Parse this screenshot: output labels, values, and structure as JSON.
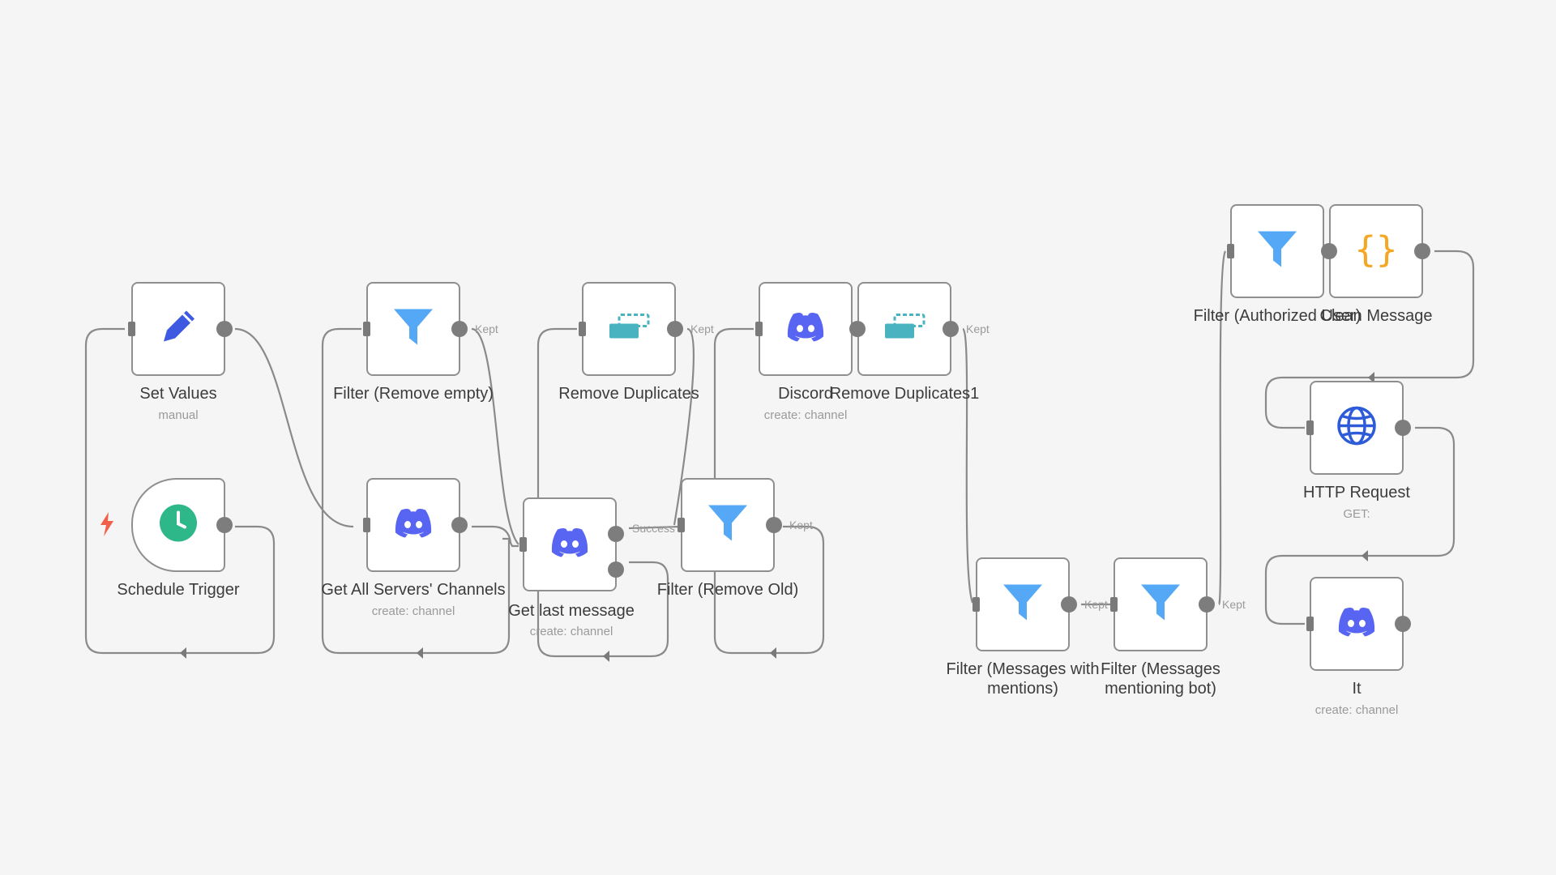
{
  "nodes": {
    "set_values": {
      "label": "Set Values",
      "sub": "manual",
      "icon": "pencil-icon"
    },
    "schedule_trigger": {
      "label": "Schedule Trigger",
      "icon": "clock-icon"
    },
    "filter_remove_empty": {
      "label": "Filter (Remove empty)",
      "icon": "filter-icon"
    },
    "get_all_channels": {
      "label": "Get All Servers' Channels",
      "sub": "create: channel",
      "icon": "discord-icon"
    },
    "get_last_message": {
      "label": "Get last message",
      "sub": "create: channel",
      "icon": "discord-icon"
    },
    "remove_duplicates": {
      "label": "Remove Duplicates",
      "icon": "remove-duplicates-icon"
    },
    "filter_remove_old": {
      "label": "Filter (Remove Old)",
      "icon": "filter-icon"
    },
    "discord": {
      "label": "Discord",
      "sub": "create: channel",
      "icon": "discord-icon"
    },
    "remove_duplicates1": {
      "label": "Remove Duplicates1",
      "icon": "remove-duplicates-icon"
    },
    "filter_messages_with_mentions": {
      "label_line1": "Filter (Messages with",
      "label_line2": "mentions)",
      "icon": "filter-icon"
    },
    "filter_messages_mentioning_bot": {
      "label_line1": "Filter (Messages",
      "label_line2": "mentioning bot)",
      "icon": "filter-icon"
    },
    "filter_authorized_user": {
      "label": "Filter (Authorized User)",
      "icon": "filter-icon"
    },
    "clean_message": {
      "label": "Clean Message",
      "icon": "code-braces-icon"
    },
    "http_request": {
      "label": "HTTP Request",
      "sub": "GET:",
      "icon": "globe-icon"
    },
    "it": {
      "label": "It",
      "sub": "create: channel",
      "icon": "discord-icon"
    }
  },
  "edge_labels": {
    "kept": "Kept",
    "success": "Success"
  },
  "colors": {
    "discord": "#5865F2",
    "filter": "#55A8F5",
    "pencil": "#3D5AE0",
    "clock": "#2EB88A",
    "dedupe": "#4AB3C0",
    "code": "#F5A623",
    "globe": "#2E5BD8",
    "bolt": "#F0604A"
  }
}
